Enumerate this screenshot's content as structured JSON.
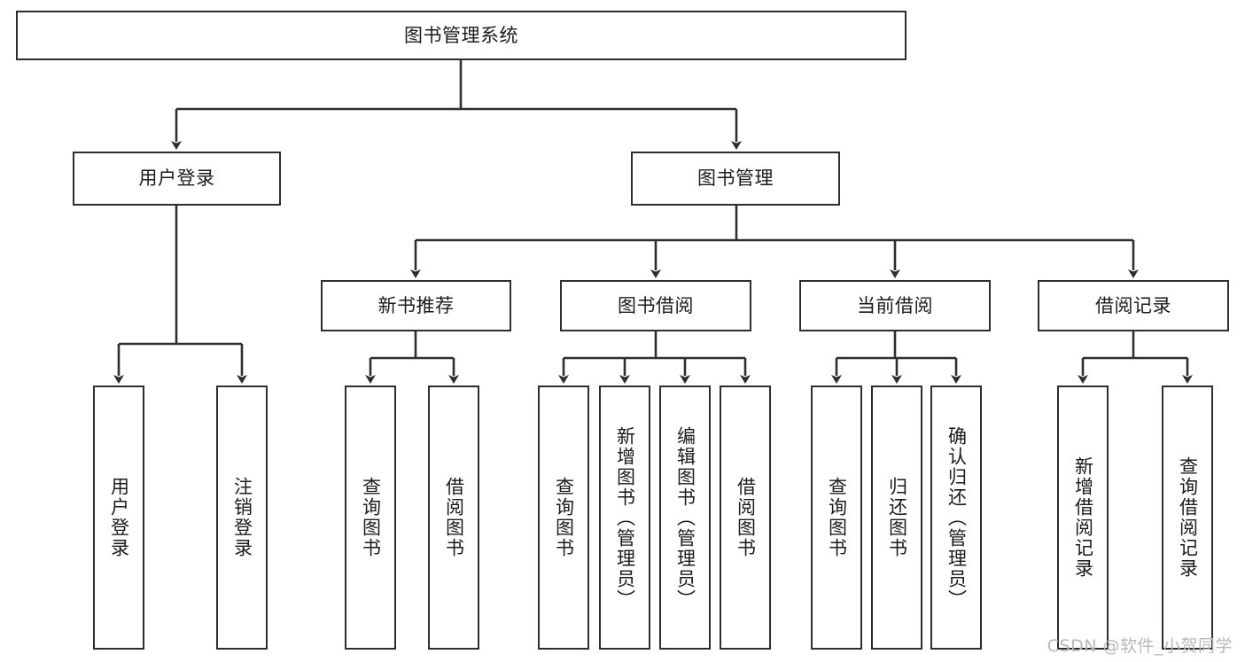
{
  "diagram": {
    "title": "图书管理系统",
    "type": "tree-hierarchy-diagram",
    "colors": {
      "box_border": "#2e2e2e",
      "box_fill": "#ffffff",
      "connector": "#2e2e2e",
      "text": "#1b1b1b",
      "watermark": "#b9b9b9"
    },
    "root": {
      "label": "图书管理系统"
    },
    "level2": [
      {
        "label": "用户登录"
      },
      {
        "label": "图书管理"
      }
    ],
    "level3": [
      {
        "label": "新书推荐"
      },
      {
        "label": "图书借阅"
      },
      {
        "label": "当前借阅"
      },
      {
        "label": "借阅记录"
      }
    ],
    "leaves_user_login": [
      {
        "label": "用户登录"
      },
      {
        "label": "注销登录"
      }
    ],
    "leaves_new_book": [
      {
        "label": "查询图书"
      },
      {
        "label": "借阅图书"
      }
    ],
    "leaves_book_borrow": [
      {
        "label": "查询图书"
      },
      {
        "label": "新增图书（管理员）"
      },
      {
        "label": "编辑图书（管理员）"
      },
      {
        "label": "借阅图书"
      }
    ],
    "leaves_current_borrow": [
      {
        "label": "查询图书"
      },
      {
        "label": "归还图书"
      },
      {
        "label": "确认归还（管理员）"
      }
    ],
    "leaves_borrow_record": [
      {
        "label": "新增借阅记录"
      },
      {
        "label": "查询借阅记录"
      }
    ]
  },
  "watermark": {
    "text": "CSDN @软件_小贺同学"
  }
}
